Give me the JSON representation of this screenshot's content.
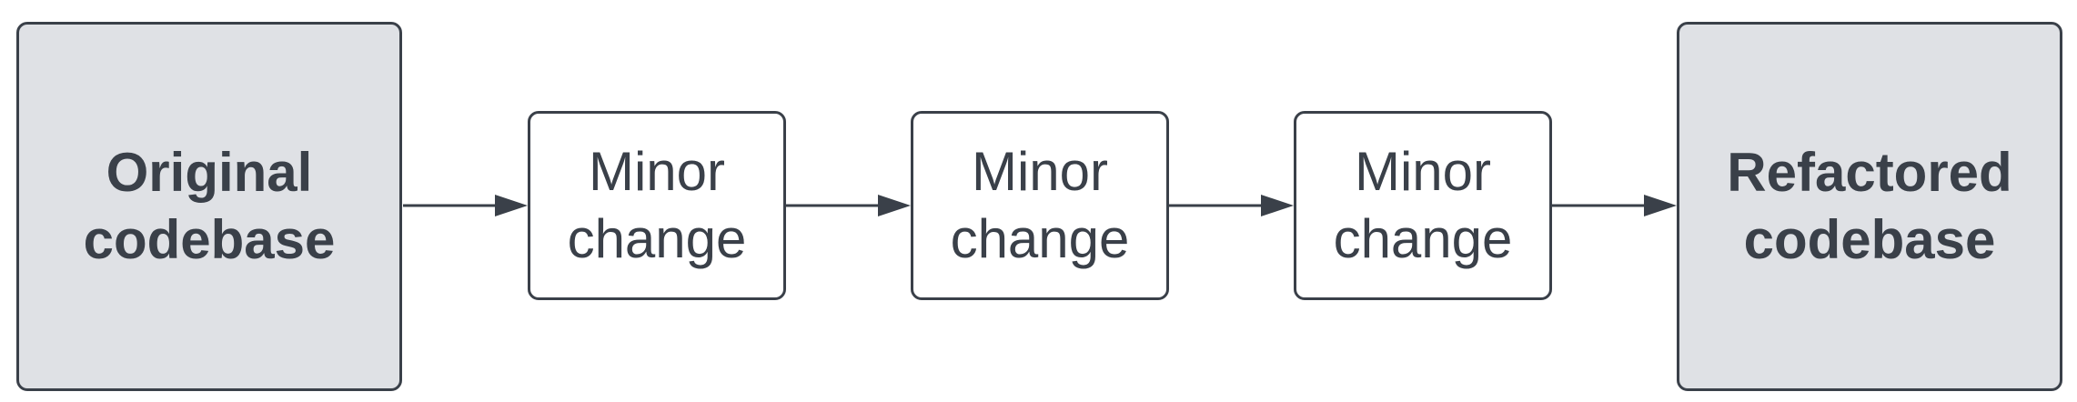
{
  "diagram": {
    "nodes": [
      {
        "id": "original",
        "text": "Original\ncodebase"
      },
      {
        "id": "change1",
        "text": "Minor\nchange"
      },
      {
        "id": "change2",
        "text": "Minor\nchange"
      },
      {
        "id": "change3",
        "text": "Minor\nchange"
      },
      {
        "id": "refactored",
        "text": "Refactored\ncodebase"
      }
    ],
    "edges": [
      {
        "from": "original",
        "to": "change1"
      },
      {
        "from": "change1",
        "to": "change2"
      },
      {
        "from": "change2",
        "to": "change3"
      },
      {
        "from": "change3",
        "to": "refactored"
      }
    ],
    "colors": {
      "stroke": "#3a4049",
      "endpoint_fill": "#dfe1e5",
      "step_fill": "#ffffff"
    }
  }
}
